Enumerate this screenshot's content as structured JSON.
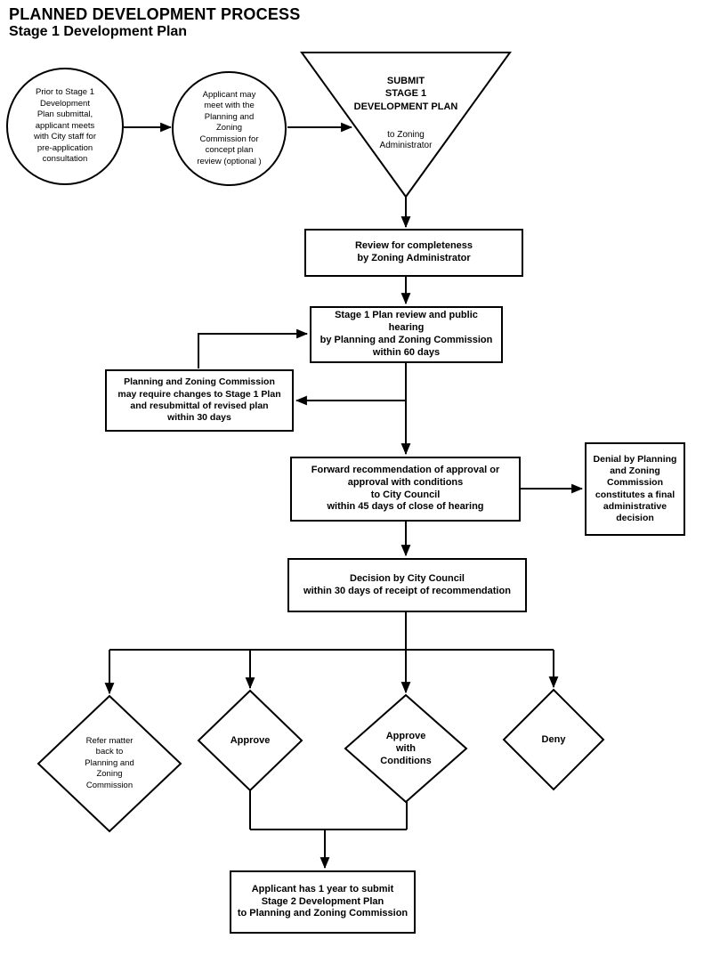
{
  "title": {
    "line1": "PLANNED DEVELOPMENT PROCESS",
    "line2": "Stage 1 Development Plan"
  },
  "nodes": {
    "pre_application_circle": "Prior to Stage 1\nDevelopment\nPlan submittal,\napplicant meets\nwith City staff for\npre-application\nconsultation",
    "concept_review_circle": "Applicant may\nmeet with the\nPlanning and\nZoning\nCommission for\nconcept plan\nreview (optional )",
    "submit_triangle_main": "SUBMIT\nSTAGE 1\nDEVELOPMENT PLAN",
    "submit_triangle_sub": "to Zoning\nAdministrator",
    "completeness_box": "Review for completeness\nby Zoning Administrator",
    "stage1_review_box": "Stage 1 Plan review and public\nhearing\nby Planning and Zoning Commission\nwithin 60 days",
    "changes_box": "Planning and Zoning Commission\nmay require changes to Stage 1 Plan\nand resubmittal of revised plan\nwithin 30 days",
    "forward_box": "Forward recommendation of approval or\napproval with conditions\nto City Council\nwithin 45 days of close of hearing",
    "denial_box": "Denial by Planning\nand Zoning\nCommission\nconstitutes a final\nadministrative\ndecision",
    "decision_box": "Decision by City Council\nwithin 30 days of receipt of recommendation",
    "refer_diamond": "Refer matter\nback to\nPlanning and\nZoning\nCommission",
    "approve_diamond": "Approve",
    "approve_conditions_diamond": "Approve\nwith\nConditions",
    "deny_diamond": "Deny",
    "stage2_box": "Applicant has 1 year to submit\nStage 2 Development Plan\nto Planning and Zoning Commission"
  },
  "colors": {
    "line": "#000000",
    "fill": "#ffffff",
    "text": "#000000"
  }
}
